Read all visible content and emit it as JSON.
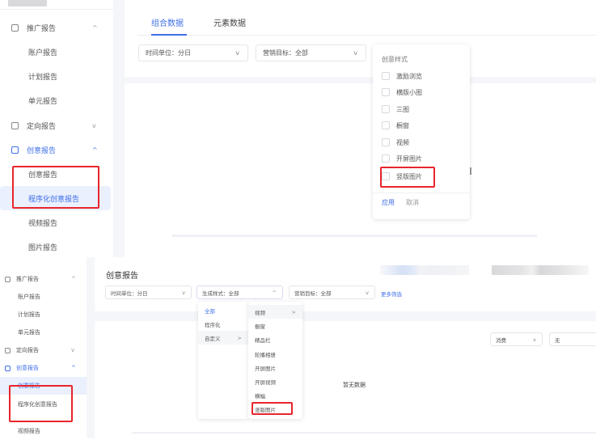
{
  "top_panel": {
    "sidebar": {
      "groups": [
        {
          "label": "推广报告",
          "icon": "chart-icon",
          "expanded": true,
          "items": [
            "账户报告",
            "计划报告",
            "单元报告"
          ]
        },
        {
          "label": "定向报告",
          "icon": "target-icon",
          "expanded": false,
          "items": []
        },
        {
          "label": "创意报告",
          "icon": "creative-icon",
          "expanded": true,
          "active": true,
          "items": [
            "创意报告",
            "程序化创意报告",
            "视频报告",
            "图片报告"
          ]
        }
      ],
      "active_item": "程序化创意报告",
      "chevron_up": "^",
      "chevron_down": "v"
    },
    "tabs": [
      {
        "label": "组合数据",
        "active": true
      },
      {
        "label": "元素数据",
        "active": false
      }
    ],
    "filters": [
      {
        "label": "时间单位：分日"
      },
      {
        "label": "营销目标：全部"
      }
    ],
    "popover": {
      "title": "创意样式",
      "options": [
        "激励浏览",
        "横版小图",
        "三图",
        "橱窗",
        "视频",
        "开屏图片",
        "竖版图片"
      ],
      "highlighted_option": "竖版图片",
      "apply_label": "应用",
      "cancel_label": "取消"
    }
  },
  "bottom_panel": {
    "sidebar": {
      "groups": [
        {
          "label": "推广报告",
          "icon": "chart-icon",
          "expanded": true,
          "items": [
            "账户报告",
            "计划报告",
            "单元报告"
          ]
        },
        {
          "label": "定向报告",
          "icon": "target-icon",
          "expanded": false,
          "items": []
        },
        {
          "label": "创意报告",
          "icon": "creative-icon",
          "expanded": true,
          "active": true,
          "items": [
            "创意报告",
            "程序化创意报告",
            "视频报告"
          ]
        }
      ],
      "active_item": "创意报告",
      "chevron_up": "^",
      "chevron_down": "v"
    },
    "page_title": "创意报告",
    "filters": [
      {
        "label": "时间单位：分日",
        "open": false
      },
      {
        "label": "生成样式：全部",
        "open": true
      },
      {
        "label": "营销目标：全部",
        "open": false
      }
    ],
    "more_filters_label": "更多筛选",
    "cascader": {
      "level1": [
        {
          "label": "全部",
          "selected": true
        },
        {
          "label": "程序化"
        },
        {
          "label": "自定义",
          "has_children": true,
          "expanded": true
        }
      ],
      "level2": [
        {
          "label": "视频",
          "has_children": true
        },
        {
          "label": "橱窗"
        },
        {
          "label": "精品栏"
        },
        {
          "label": "轮播相册"
        },
        {
          "label": "开屏图片"
        },
        {
          "label": "开屏视频"
        },
        {
          "label": "横幅"
        },
        {
          "label": "竖版图片",
          "highlighted": true
        }
      ],
      "arrow": ">"
    },
    "metric_select": "消费",
    "compare_select": "无",
    "empty_text": "暂无数据"
  },
  "colors": {
    "accent": "#3f6fe8",
    "highlight_box": "#e8252c",
    "page_bg": "#f5f6fa"
  }
}
